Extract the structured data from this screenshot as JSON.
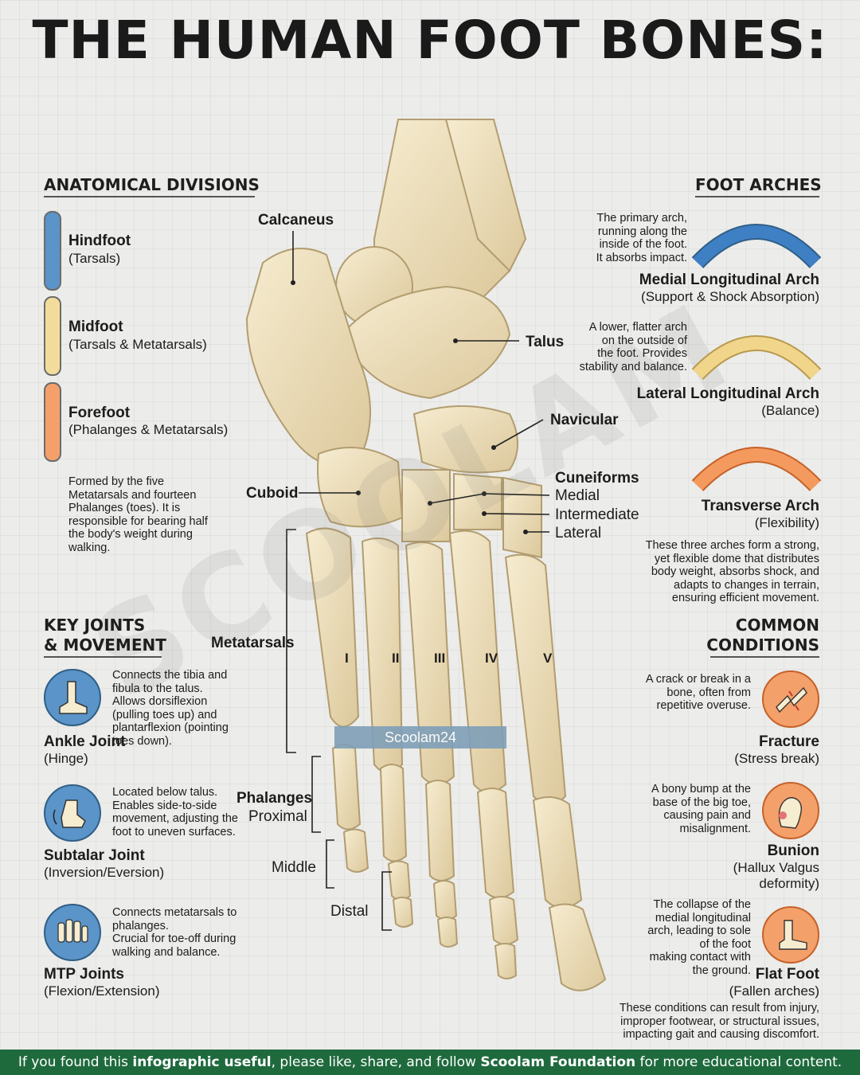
{
  "title": "THE HUMAN FOOT BONES:",
  "divisions": {
    "heading": "ANATOMICAL DIVISIONS",
    "items": [
      {
        "name": "Hindfoot",
        "sub": "(Tarsals)",
        "color": "#5b94c8"
      },
      {
        "name": "Midfoot",
        "sub": "(Tarsals & Metatarsals)",
        "color": "#f3dc9b"
      },
      {
        "name": "Forefoot",
        "sub": "(Phalanges & Metatarsals)",
        "color": "#f4a06a"
      }
    ],
    "description": [
      "Formed by the five",
      "Metatarsals and fourteen",
      "Phalanges (toes). It is",
      "responsible for bearing half",
      "the body's weight during",
      "walking."
    ]
  },
  "joints": {
    "heading1": "KEY JOINTS",
    "heading2": "& MOVEMENT",
    "items": [
      {
        "name": "Ankle Joint",
        "sub": "(Hinge)",
        "icon": "ankle-icon",
        "desc": [
          "Connects the tibia and",
          "fibula to the talus.",
          "Allows dorsiflexion",
          "(pulling toes up) and",
          "plantarflexion (pointing",
          "toes down)."
        ]
      },
      {
        "name": "Subtalar Joint",
        "sub": "(Inversion/Eversion)",
        "icon": "subtalar-icon",
        "desc": [
          "Located below talus.",
          "Enables side-to-side",
          "movement, adjusting the",
          "foot to uneven surfaces."
        ]
      },
      {
        "name": "MTP Joints",
        "sub": "(Flexion/Extension)",
        "icon": "toes-icon",
        "desc": [
          "Connects metatarsals to",
          "phalanges.",
          "Crucial for toe-off during",
          "walking and balance."
        ]
      }
    ]
  },
  "arches": {
    "heading": "FOOT ARCHES",
    "items": [
      {
        "name": "Medial Longitudinal Arch",
        "sub": "(Support & Shock Absorption)",
        "color": "#3f7fc4",
        "desc": [
          "The primary arch,",
          "running along the",
          "inside of the foot.",
          "It absorbs impact."
        ]
      },
      {
        "name": "Lateral Longitudinal Arch",
        "sub": "(Balance)",
        "color": "#f0d58a",
        "desc": [
          "A lower, flatter arch",
          "on the outside of",
          "the foot. Provides",
          "stability and balance."
        ]
      },
      {
        "name": "Transverse Arch",
        "sub": "(Flexibility)",
        "color": "#f59a5e",
        "desc": []
      }
    ],
    "summary": [
      "These three arches form a strong,",
      "yet flexible dome that distributes",
      "body weight, absorbs shock, and",
      "adapts to changes in terrain,",
      "ensuring efficient movement."
    ]
  },
  "conditions": {
    "heading1": "COMMON",
    "heading2": "CONDITIONS",
    "items": [
      {
        "name": "Fracture",
        "sub": "(Stress break)",
        "icon": "fracture-icon",
        "desc": [
          "A crack or break in a",
          "bone, often from",
          "repetitive overuse."
        ]
      },
      {
        "name": "Bunion",
        "sub1": "(Hallux Valgus",
        "sub2": "deformity)",
        "icon": "bunion-icon",
        "desc": [
          "A bony bump at the",
          "base of the big toe,",
          "causing pain and",
          "misalignment."
        ]
      },
      {
        "name": "Flat Foot",
        "sub": "(Fallen arches)",
        "icon": "flat-foot-icon",
        "desc": [
          "The collapse of the",
          "medial longitudinal",
          "arch, leading to sole",
          "of the foot",
          "making contact with",
          "the ground."
        ]
      }
    ],
    "summary": [
      "These conditions can result from injury,",
      "improper footwear, or structural issues,",
      "impacting gait and causing discomfort."
    ]
  },
  "labels": {
    "calcaneus": "Calcaneus",
    "talus": "Talus",
    "navicular": "Navicular",
    "cuboid": "Cuboid",
    "cuneiforms": "Cuneiforms",
    "medial": "Medial",
    "intermediate": "Intermediate",
    "lateral": "Lateral",
    "metatarsals": "Metatarsals",
    "phalanges": "Phalanges",
    "proximal": "Proximal",
    "middle": "Middle",
    "distal": "Distal",
    "numerals": [
      "I",
      "II",
      "III",
      "IV",
      "V"
    ]
  },
  "badge": "Scoolam24",
  "watermark": "SCOOLAM",
  "footer": {
    "pre": "If you found this ",
    "b1": "infographic useful",
    "mid": ", please like, share, and follow ",
    "b2": "Scoolam Foundation",
    "post": " for more educational content."
  }
}
